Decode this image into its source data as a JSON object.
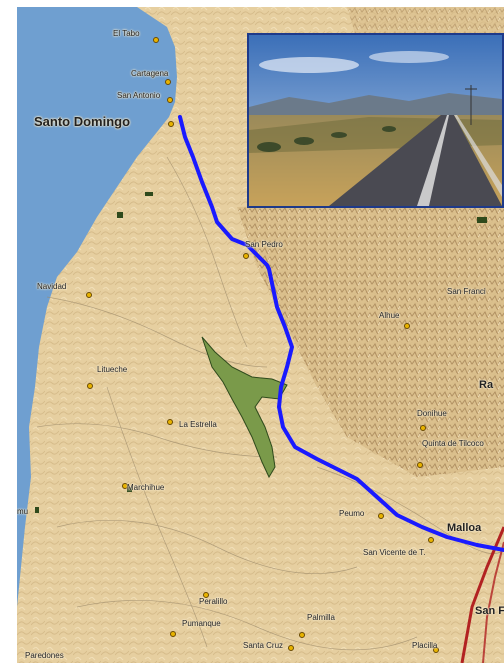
{
  "map": {
    "colors": {
      "ocean": "#6f9fd0",
      "land": "#e9d3a6",
      "route": "#1a1aff",
      "road": "#b22222",
      "lake": "#7a9a4a",
      "town_dot": "#e8b300"
    },
    "places": {
      "el_tabo": "El Tabo",
      "cartagena": "Cartagena",
      "san_antonio": "San Antonio",
      "santo_domingo": "Santo Domingo",
      "san_pedro": "San Pedro",
      "navidad": "Navidad",
      "san_francisco": "San Franci",
      "alhue": "Alhue",
      "rancagua": "Ra",
      "litueche": "Litueche",
      "la_estrella": "La Estrella",
      "donihue": "Donihue",
      "quinta_de_tilcoco": "Quinta de Tilcoco",
      "mu": "mu",
      "marchihue": "Marchihue",
      "peumo": "Peumo",
      "malloa": "Malloa",
      "san_vicente": "San Vicente de T.",
      "san_f": "San F",
      "peralillo": "Peralillo",
      "palmilla": "Palmilla",
      "pumanque": "Pumanque",
      "santa_cruz": "Santa Cruz",
      "placilla": "Placilla",
      "paredones": "Paredones"
    },
    "inset_icon": "highway-photo"
  }
}
